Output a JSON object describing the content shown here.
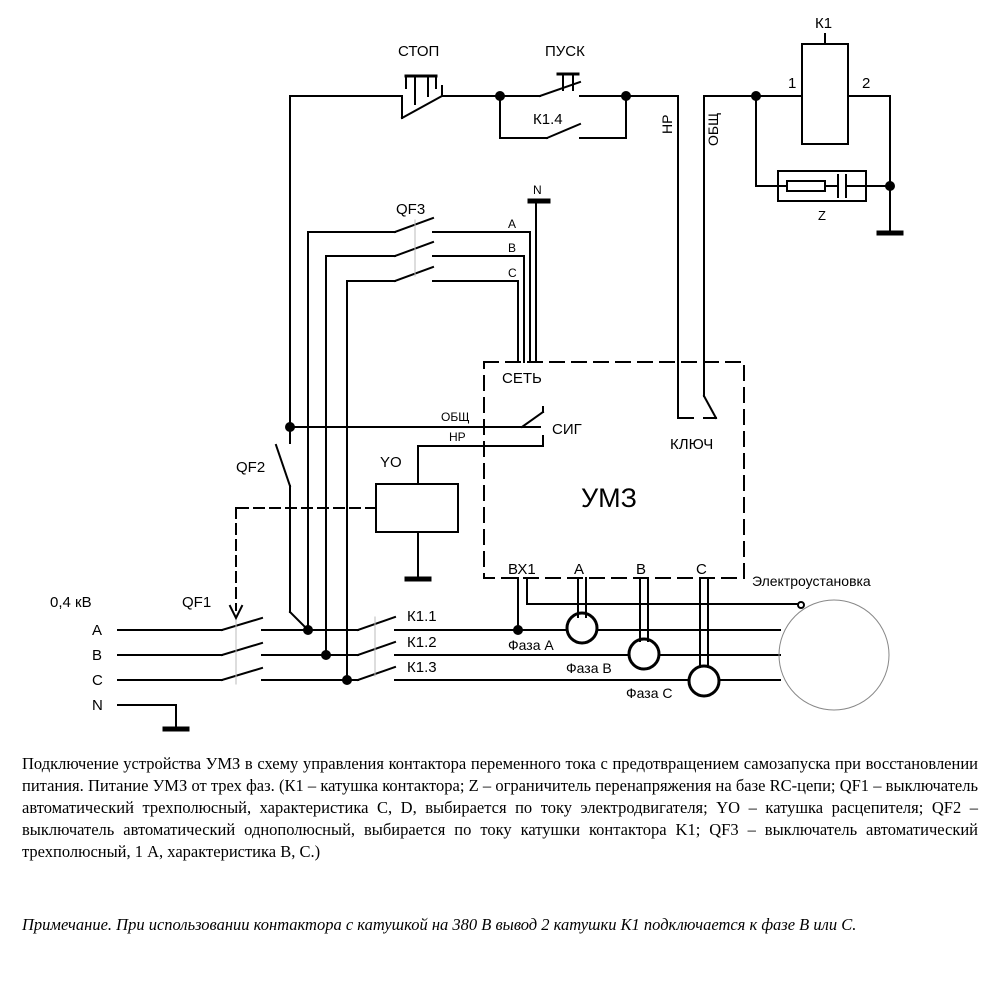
{
  "labels": {
    "stop": "СТОП",
    "start": "ПУСК",
    "k1_4": "К1.4",
    "nr_top": "НР",
    "obsh_top": "ОБЩ",
    "k1": "К1",
    "pin1": "1",
    "pin2": "2",
    "z": "Z",
    "n_top": "N",
    "qf3": "QF3",
    "qf3_a": "A",
    "qf3_b": "B",
    "qf3_c": "C",
    "set": "СЕТЬ",
    "obsh_sig": "ОБЩ",
    "nr_sig": "НР",
    "sig": "СИГ",
    "klyuch": "КЛЮЧ",
    "yo": "YO",
    "qf2": "QF2",
    "umz": "УМЗ",
    "vx1": "ВХ1",
    "ct_a": "A",
    "ct_b": "B",
    "ct_c": "C",
    "electro": "Электроустановка",
    "voltage": "0,4 кВ",
    "qf1": "QF1",
    "line_a": "A",
    "line_b": "B",
    "line_c": "C",
    "line_n": "N",
    "k1_1": "К1.1",
    "k1_2": "К1.2",
    "k1_3": "К1.3",
    "phase_a": "Фаза A",
    "phase_b": "Фаза B",
    "phase_c": "Фаза C"
  },
  "caption": {
    "main": "Подключение устройства УМЗ в схему управления контактора переменного тока с предотвращением самозапуска при восстановлении питания. Питание УМЗ от трех фаз. (К1 – катушка контактора; Z – ограничитель перенапряжения на базе RC-цепи; QF1 – выключатель автоматический трехполюсный, характеристика C, D, выбирается по току электродвигателя; YO – катушка расцепителя; QF2 – выключатель автоматический однополюсный, выбирается по току катушки контактора K1; QF3 – выключатель автоматический трехполюсный, 1 А, характеристика B, C.)",
    "note": "Примечание. При использовании контактора с катушкой на 380 В вывод 2 катушки К1 подключается к фазе B или C."
  }
}
